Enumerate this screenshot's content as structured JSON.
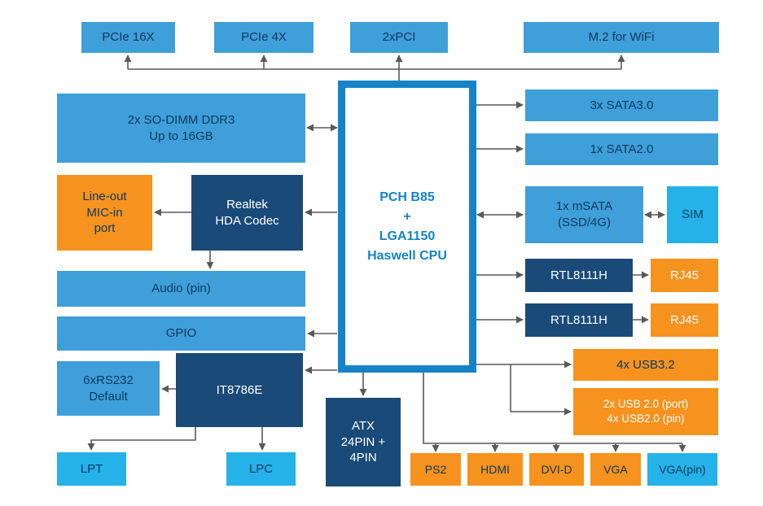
{
  "colors": {
    "background": "#ffffff",
    "light_blue": "#3f9fd8",
    "cyan": "#25b2e8",
    "navy": "#1a4a78",
    "orange": "#f6921e",
    "accent_blue": "#1583c5",
    "text_dark": "#0e3a62",
    "text_light": "#ffffff",
    "connector_gray": "#58595b"
  },
  "blocks": {
    "pcie16x": {
      "label": "PCIe 16X"
    },
    "pcie4x": {
      "label": "PCIe 4X"
    },
    "pci": {
      "label": "2xPCI"
    },
    "m2wifi": {
      "label": "M.2 for WiFi"
    },
    "sodimm": {
      "label": "2x SO-DIMM DDR3\nUp to 16GB"
    },
    "lineout": {
      "label": "Line-out\nMIC-in\nport"
    },
    "hdacodec": {
      "label": "Realtek\nHDA Codec"
    },
    "audiopin": {
      "label": "Audio (pin)"
    },
    "gpio": {
      "label": "GPIO"
    },
    "rs232": {
      "label": "6xRS232\nDefault"
    },
    "it8786e": {
      "label": "IT8786E"
    },
    "lpt": {
      "label": "LPT"
    },
    "lpc": {
      "label": "LPC"
    },
    "atx": {
      "label": "ATX\n24PIN +\n4PIN"
    },
    "cpu": {
      "label": "PCH B85\n+\nLGA1150\nHaswell CPU"
    },
    "sata3": {
      "label": "3x SATA3.0"
    },
    "sata2": {
      "label": "1x SATA2.0"
    },
    "msata": {
      "label": "1x mSATA\n(SSD/4G)"
    },
    "sim": {
      "label": "SIM"
    },
    "rtl8111h_a": {
      "label": "RTL8111H"
    },
    "rj45_a": {
      "label": "RJ45"
    },
    "rtl8111h_b": {
      "label": "RTL8111H"
    },
    "rj45_b": {
      "label": "RJ45"
    },
    "usb3": {
      "label": "4x USB3.2"
    },
    "usb2": {
      "label": "2x USB 2.0 (port)\n4x USB2.0 (pin)"
    },
    "ps2": {
      "label": "PS2"
    },
    "hdmi": {
      "label": "HDMI"
    },
    "dvid": {
      "label": "DVI-D"
    },
    "vga": {
      "label": "VGA"
    },
    "vgapin": {
      "label": "VGA(pin)"
    }
  },
  "connections": [
    {
      "from": "cpu",
      "to": "pcie16x",
      "bidirectional": false
    },
    {
      "from": "cpu",
      "to": "pcie4x",
      "bidirectional": false
    },
    {
      "from": "cpu",
      "to": "pci",
      "bidirectional": false
    },
    {
      "from": "cpu",
      "to": "m2wifi",
      "bidirectional": false
    },
    {
      "from": "cpu",
      "to": "sodimm",
      "bidirectional": true
    },
    {
      "from": "cpu",
      "to": "hdacodec",
      "bidirectional": false
    },
    {
      "from": "hdacodec",
      "to": "lineout",
      "bidirectional": false
    },
    {
      "from": "hdacodec",
      "to": "audiopin",
      "bidirectional": false
    },
    {
      "from": "cpu",
      "to": "gpio",
      "bidirectional": false
    },
    {
      "from": "cpu",
      "to": "it8786e",
      "bidirectional": false
    },
    {
      "from": "it8786e",
      "to": "rs232",
      "bidirectional": false
    },
    {
      "from": "it8786e",
      "to": "lpt",
      "bidirectional": false
    },
    {
      "from": "it8786e",
      "to": "lpc",
      "bidirectional": false
    },
    {
      "from": "cpu",
      "to": "atx",
      "bidirectional": false
    },
    {
      "from": "cpu",
      "to": "sata3",
      "bidirectional": false
    },
    {
      "from": "cpu",
      "to": "sata2",
      "bidirectional": false
    },
    {
      "from": "cpu",
      "to": "msata",
      "bidirectional": true
    },
    {
      "from": "msata",
      "to": "sim",
      "bidirectional": true
    },
    {
      "from": "cpu",
      "to": "rtl8111h_a",
      "bidirectional": false
    },
    {
      "from": "rtl8111h_a",
      "to": "rj45_a",
      "bidirectional": false
    },
    {
      "from": "cpu",
      "to": "rtl8111h_b",
      "bidirectional": false
    },
    {
      "from": "rtl8111h_b",
      "to": "rj45_b",
      "bidirectional": false
    },
    {
      "from": "cpu",
      "to": "usb3",
      "bidirectional": false
    },
    {
      "from": "cpu",
      "to": "usb2",
      "bidirectional": false
    },
    {
      "from": "cpu",
      "to": "ps2",
      "bidirectional": false
    },
    {
      "from": "cpu",
      "to": "hdmi",
      "bidirectional": false
    },
    {
      "from": "cpu",
      "to": "dvid",
      "bidirectional": false
    },
    {
      "from": "cpu",
      "to": "vga",
      "bidirectional": false
    },
    {
      "from": "cpu",
      "to": "vgapin",
      "bidirectional": false
    }
  ]
}
